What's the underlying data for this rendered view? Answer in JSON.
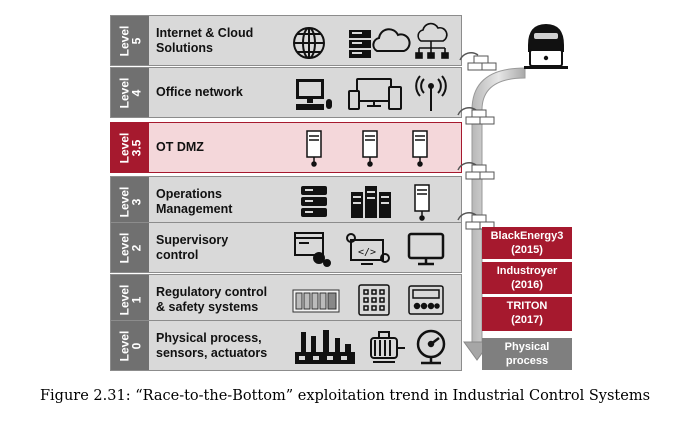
{
  "levels": [
    {
      "tag": "Level\n5",
      "label": "Internet & Cloud\nSolutions",
      "icons": [
        "globe-icon",
        "server-rack-icon",
        "cloud-icon",
        "cloud-network-icon"
      ]
    },
    {
      "tag": "Level\n4",
      "label": "Office network",
      "icons": [
        "desktop-computer-icon",
        "devices-icon",
        "wireless-antenna-icon"
      ]
    },
    {
      "tag": "Level\n3.5",
      "label": "OT DMZ",
      "icons": [
        "tower-server-icon",
        "tower-server-icon",
        "tower-server-icon"
      ]
    },
    {
      "tag": "Level\n3",
      "label": "Operations\nManagement",
      "icons": [
        "server-stack-icon",
        "server-cluster-icon",
        "tower-server-icon"
      ]
    },
    {
      "tag": "Level\n2",
      "label": "Supervisory\ncontrol",
      "icons": [
        "hmi-settings-icon",
        "code-gear-icon",
        "monitor-icon"
      ]
    },
    {
      "tag": "Level\n1",
      "label": "Regulatory control\n& safety systems",
      "icons": [
        "plc-rack-icon",
        "io-module-icon",
        "controller-panel-icon"
      ]
    },
    {
      "tag": "Level\n0",
      "label": "Physical process,\nsensors, actuators",
      "icons": [
        "factory-icon",
        "motor-icon",
        "gauge-icon"
      ]
    }
  ],
  "incidents": [
    {
      "name": "BlackEnergy3",
      "year": "(2015)"
    },
    {
      "name": "Industroyer",
      "year": "(2016)"
    },
    {
      "name": "TRITON",
      "year": "(2017)"
    }
  ],
  "target": {
    "line1": "Physical",
    "line2": "process"
  },
  "caption": "Figure 2.31: “Race-to-the-Bottom” exploitation trend in Industrial Control Systems",
  "colors": {
    "tier": "#d9d9d9",
    "tag": "#707070",
    "dmz_fill": "#f4d7da",
    "accent": "#a6192e",
    "physical": "#7f7f7f"
  },
  "attacker_icon": "hacker-laptop-icon",
  "firewall_icon": "firewall-brick-icon"
}
